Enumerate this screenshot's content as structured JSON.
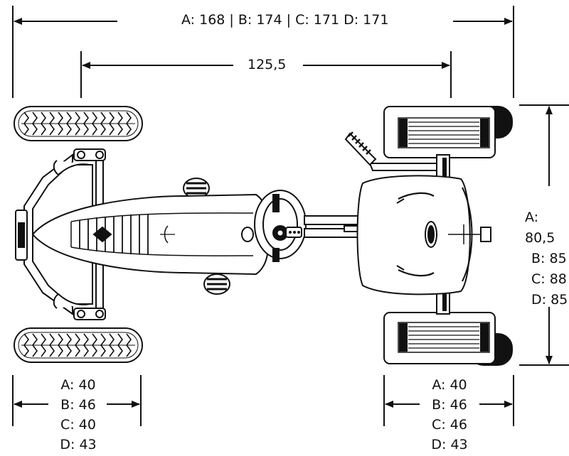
{
  "dimensions": {
    "overall_length": "A: 168 | B: 174 | C: 171 D: 171",
    "wheelbase": "125,5",
    "overall_width": [
      "A: 80,5",
      "B: 85",
      "C: 88",
      "D: 85"
    ],
    "rear_wheel_width": [
      "A: 40",
      "B: 46",
      "C: 40",
      "D: 43"
    ],
    "front_wheel_width": [
      "A: 40",
      "B: 46",
      "C: 46",
      "D: 43"
    ]
  },
  "colors": {
    "line": "#111111",
    "background": "#ffffff"
  }
}
